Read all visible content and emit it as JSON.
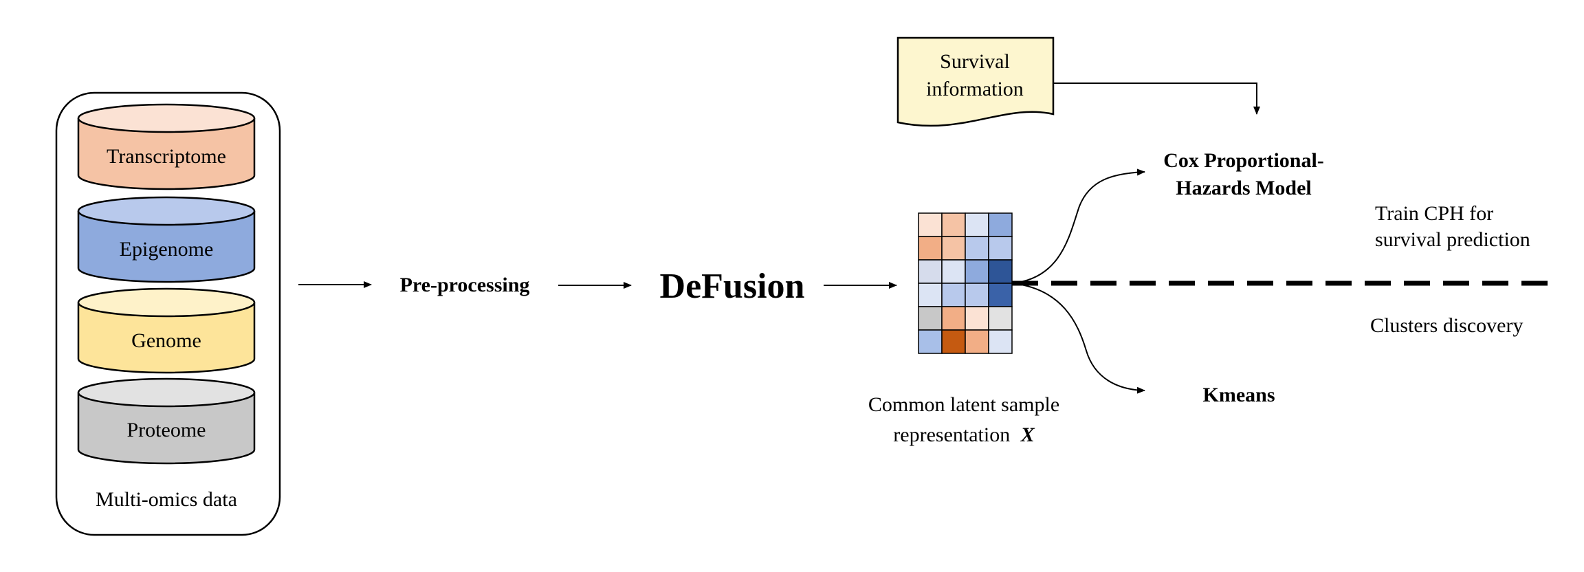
{
  "colors": {
    "transcriptome": "#f5c3a5",
    "transcriptome_top": "#fbe2d4",
    "epigenome": "#8eaadd",
    "epigenome_top": "#b8c9ec",
    "genome": "#fde49a",
    "genome_top": "#fef2c9",
    "proteome": "#c8c8c8",
    "proteome_top": "#e2e2e2",
    "survival_box": "#fdf6cf",
    "defusion_text": "#7f7f7f"
  },
  "omics": {
    "title": "Multi-omics data",
    "layers": [
      {
        "label": "Transcriptome",
        "color_key": "transcriptome"
      },
      {
        "label": "Epigenome",
        "color_key": "epigenome"
      },
      {
        "label": "Genome",
        "color_key": "genome"
      },
      {
        "label": "Proteome",
        "color_key": "proteome"
      }
    ]
  },
  "pipeline": {
    "preprocessing": "Pre-processing",
    "defusion": "DeFusion"
  },
  "latent": {
    "caption_line1": "Common latent sample",
    "caption_line2": "representation",
    "symbol": "X",
    "matrix": [
      [
        "#fbe2d4",
        "#f5c3a5",
        "#dce4f4",
        "#8eaadd"
      ],
      [
        "#f2ae86",
        "#f5c3a5",
        "#b8c9ec",
        "#b8c9ec"
      ],
      [
        "#d6dcec",
        "#dce4f4",
        "#8eaadd",
        "#2e5597"
      ],
      [
        "#dce4f4",
        "#b8c9ec",
        "#b8c9ec",
        "#3a62a8"
      ],
      [
        "#c8c8c8",
        "#f2ae86",
        "#fbe2d4",
        "#e2e2e2"
      ],
      [
        "#a8bfe8",
        "#c55a11",
        "#f2ae86",
        "#dce4f4"
      ]
    ]
  },
  "survival": {
    "line1": "Survival",
    "line2": "information"
  },
  "cox": {
    "line1": "Cox Proportional-",
    "line2": "Hazards Model"
  },
  "train": {
    "line1": "Train CPH for",
    "line2": "survival prediction"
  },
  "clusters": "Clusters discovery",
  "kmeans": "Kmeans"
}
